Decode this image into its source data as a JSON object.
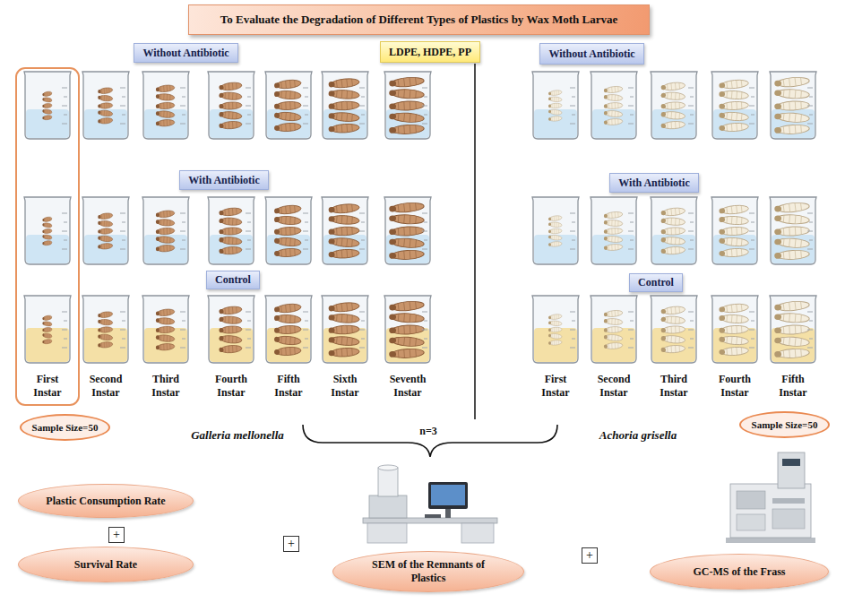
{
  "diagram": {
    "title": "To Evaluate the Degradation of Different Types of Plastics by Wax Moth Larvae",
    "nodes": [
      {
        "text": [
          "LDPE, HDPE, PP"
        ]
      },
      {
        "text": [
          "Without Antibiotic"
        ]
      },
      {
        "text": [
          "Without Antibiotic"
        ]
      },
      {
        "text": [
          "With Antibiotic"
        ]
      },
      {
        "text": [
          "With Antibiotic"
        ]
      },
      {
        "text": [
          "Control"
        ]
      },
      {
        "text": [
          "Control"
        ]
      },
      {
        "text": [
          "Sample Size=50"
        ]
      },
      {
        "text": [
          "Sample Size=50"
        ]
      },
      {
        "text": [
          "Plastic Consumption Rate"
        ]
      },
      {
        "text": [
          "+"
        ]
      },
      {
        "text": [
          "Survival Rate"
        ]
      },
      {
        "text": [
          "+"
        ]
      },
      {
        "text": [
          "SEM of the Remnants of Plastics"
        ]
      },
      {
        "text": [
          "+"
        ]
      },
      {
        "text": [
          "GC-MS of the Frass"
        ]
      }
    ],
    "labels": [
      "First Instar",
      "Second Instar",
      "Third Instar",
      "Fourth Instar",
      "Fifth Instar",
      "Sixth Instar",
      "Seventh Instar",
      "First Instar",
      "Second Instar",
      "Third Instar",
      "Fourth Instar",
      "Fifth Instar",
      "Galleria mellonella",
      "n=3",
      "Achoria grisella"
    ]
  }
}
